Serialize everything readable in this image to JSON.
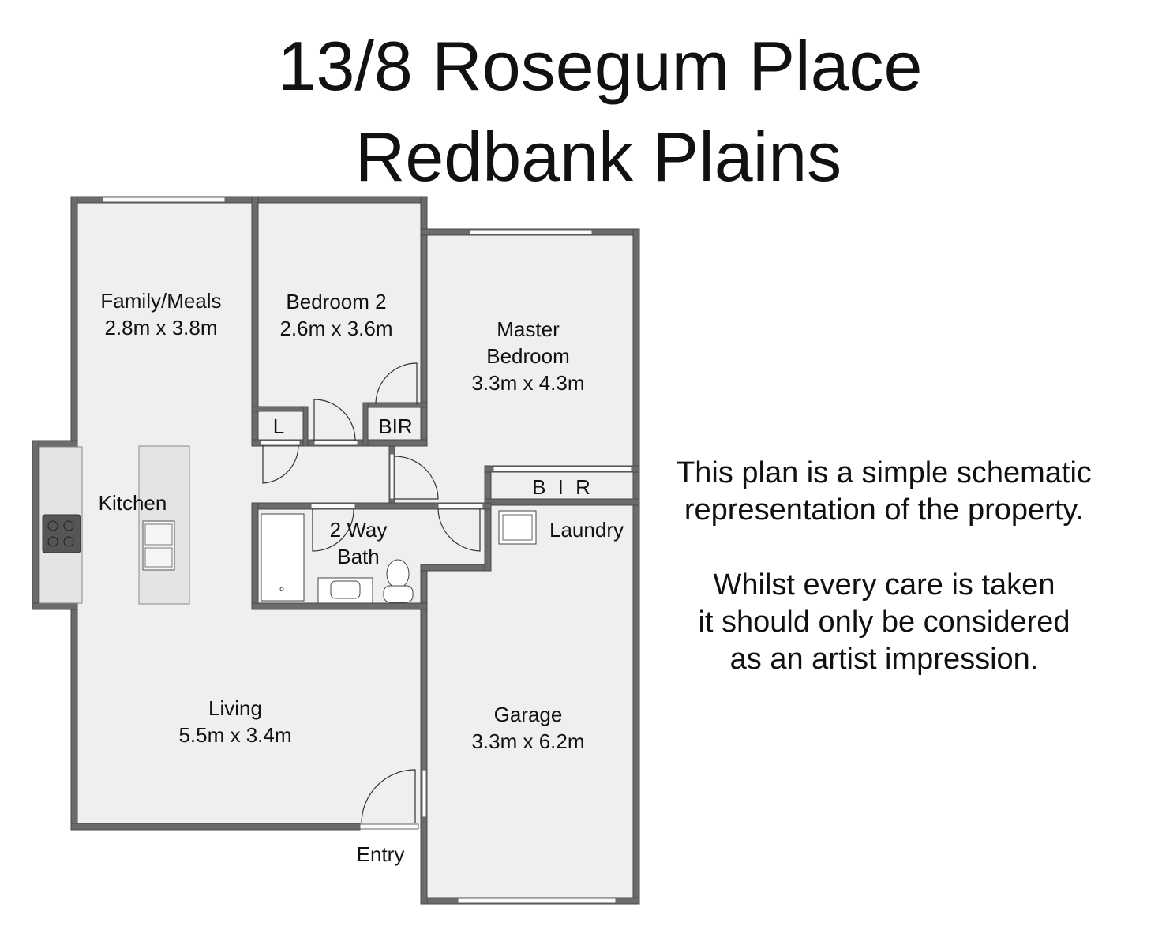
{
  "title": {
    "line1": "13/8 Rosegum Place",
    "line2": "Redbank Plains"
  },
  "rooms": {
    "family": {
      "name": "Family/Meals",
      "size": "2.8m x 3.8m"
    },
    "bedroom2": {
      "name": "Bedroom 2",
      "size": "2.6m x 3.6m"
    },
    "master": {
      "name1": "Master",
      "name2": "Bedroom",
      "size": "3.3m x 4.3m"
    },
    "linen": {
      "name": "L"
    },
    "bir_small": {
      "name": "BIR"
    },
    "bir_master": {
      "name": "B I R"
    },
    "kitchen": {
      "name": "Kitchen"
    },
    "bath": {
      "name1": "2 Way",
      "name2": "Bath"
    },
    "laundry": {
      "name": "Laundry"
    },
    "living": {
      "name": "Living",
      "size": "5.5m x 3.4m"
    },
    "garage": {
      "name": "Garage",
      "size": "3.3m x 6.2m"
    },
    "entry": {
      "name": "Entry"
    }
  },
  "disclaimer": {
    "line1": "This plan is a simple schematic",
    "line2": "representation of the property.",
    "line3": "Whilst every care is taken",
    "line4": "it should only be considered",
    "line5": "as an artist impression."
  }
}
